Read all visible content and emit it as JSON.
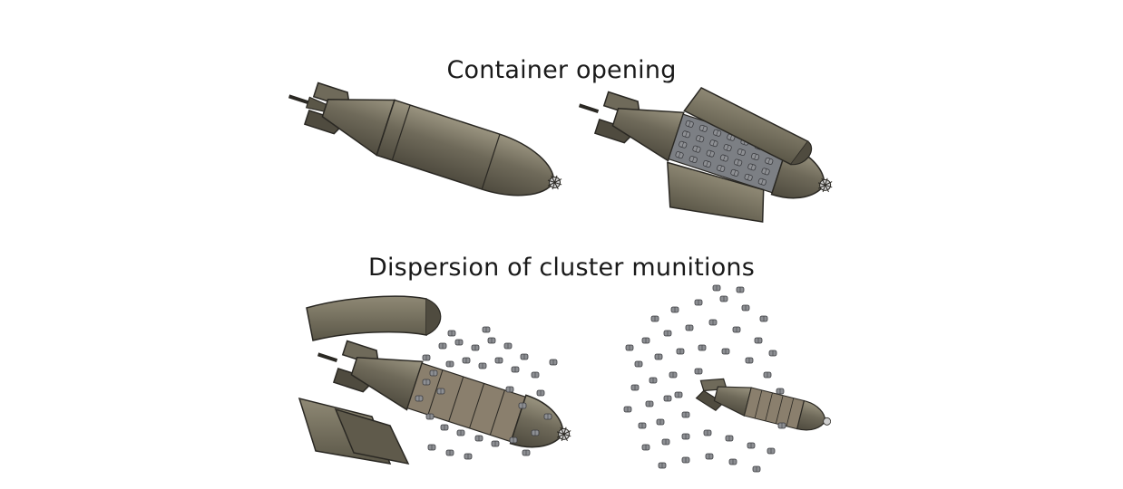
{
  "captions": {
    "top": "Container opening",
    "bottom": "Dispersion of cluster munitions"
  },
  "colors": {
    "body": "#6f6a5a",
    "body_dark": "#4f4b3f",
    "body_light": "#9a9480",
    "outline": "#2a2823",
    "bomblet": "#8d8f93",
    "background": "#ffffff"
  },
  "panels": [
    {
      "id": "closed-container",
      "stage": "closed"
    },
    {
      "id": "opening-container",
      "stage": "opening"
    },
    {
      "id": "dispersing-container",
      "stage": "dispersing"
    },
    {
      "id": "empty-container",
      "stage": "dispersed"
    }
  ]
}
